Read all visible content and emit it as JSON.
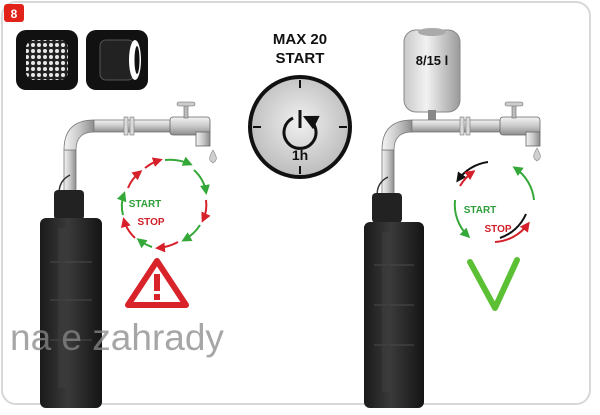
{
  "step_badge": "8",
  "timer": {
    "line1": "MAX 20",
    "line2": "START",
    "duration": "1h"
  },
  "tank_label": "8/15 l",
  "cycle_left": {
    "start": "START",
    "stop": "STOP"
  },
  "cycle_right": {
    "start": "START",
    "stop": "STOP"
  },
  "watermark": "na e zahrady",
  "colors": {
    "badge": "#e2231a",
    "start_text": "#2e9e3a",
    "stop_text": "#d0202a",
    "arrow_green": "#35a83a",
    "arrow_red": "#d6202a",
    "warning": "#d8232a",
    "check": "#5cc035"
  },
  "icons": {
    "left_panel": [
      "mesh-filter-icon",
      "solid-sleeve-icon"
    ],
    "warning": "warning-triangle-icon",
    "ok": "check-mark-icon"
  }
}
